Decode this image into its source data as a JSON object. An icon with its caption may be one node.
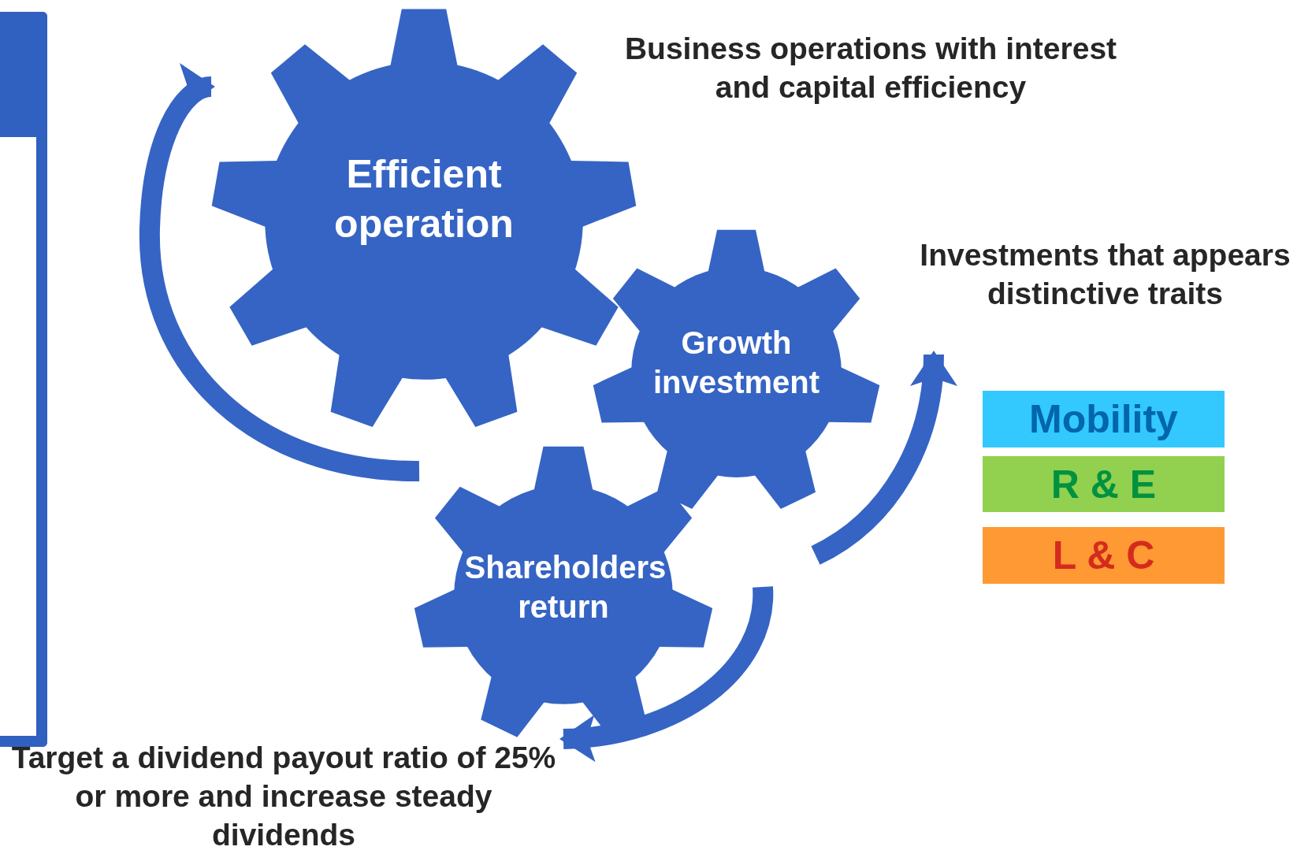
{
  "diagram": {
    "nodes": [
      {
        "text": [
          "Efficient operation"
        ]
      },
      {
        "text": [
          "Business operations with interest and capital efficiency"
        ]
      },
      {
        "text": [
          "Growth investment"
        ]
      },
      {
        "text": [
          "Investments that appears distinctive traits"
        ]
      },
      {
        "text": [
          "Mobility"
        ]
      },
      {
        "text": [
          "R & E"
        ]
      },
      {
        "text": [
          "L & C"
        ]
      },
      {
        "text": [
          "Shareholders return"
        ]
      },
      {
        "text": [
          "Target a dividend payout ratio of 25% or more and increase steady dividends"
        ]
      }
    ],
    "edges": [
      {
        "from": null,
        "to": 0,
        "arrow": "to"
      },
      {
        "from": null,
        "to": 3,
        "arrow": "to"
      },
      {
        "from": null,
        "to": 8,
        "arrow": "to"
      }
    ]
  }
}
